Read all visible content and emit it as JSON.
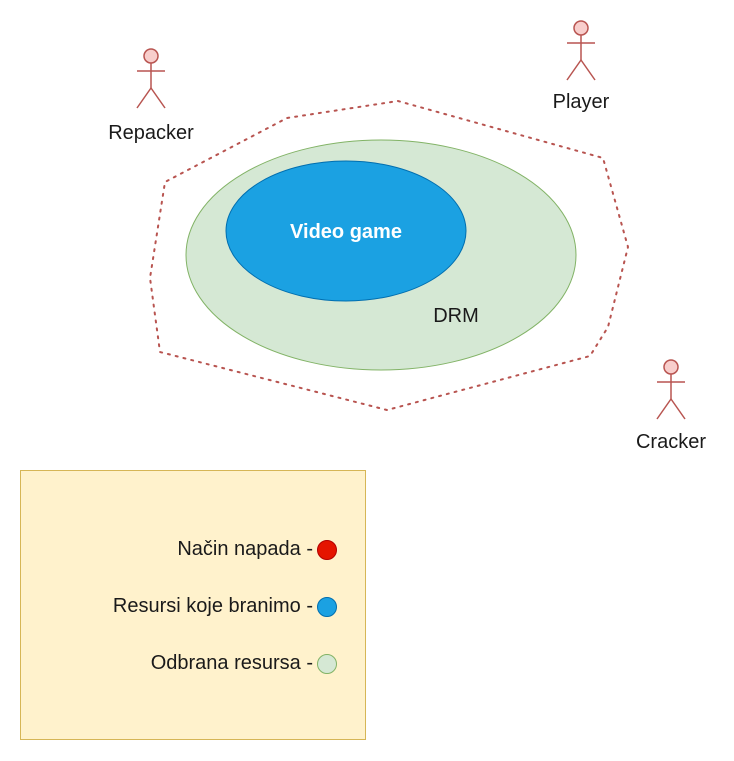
{
  "actors": [
    {
      "id": "repacker",
      "label": "Repacker"
    },
    {
      "id": "player",
      "label": "Player"
    },
    {
      "id": "cracker",
      "label": "Cracker"
    }
  ],
  "center": {
    "label": "Video game",
    "color": "#1ba1e2"
  },
  "drm": {
    "label": "DRM",
    "color": "#d5e8d4"
  },
  "boundary": {
    "style": "dotted",
    "color": "#b85450"
  },
  "legend": {
    "items": [
      {
        "label": "Način napada -",
        "color": "#e51400"
      },
      {
        "label": "Resursi koje branimo -",
        "color": "#1ba1e2"
      },
      {
        "label": "Odbrana resursa -",
        "color": "#d5e8d4"
      }
    ],
    "background": "#fff2cc"
  }
}
